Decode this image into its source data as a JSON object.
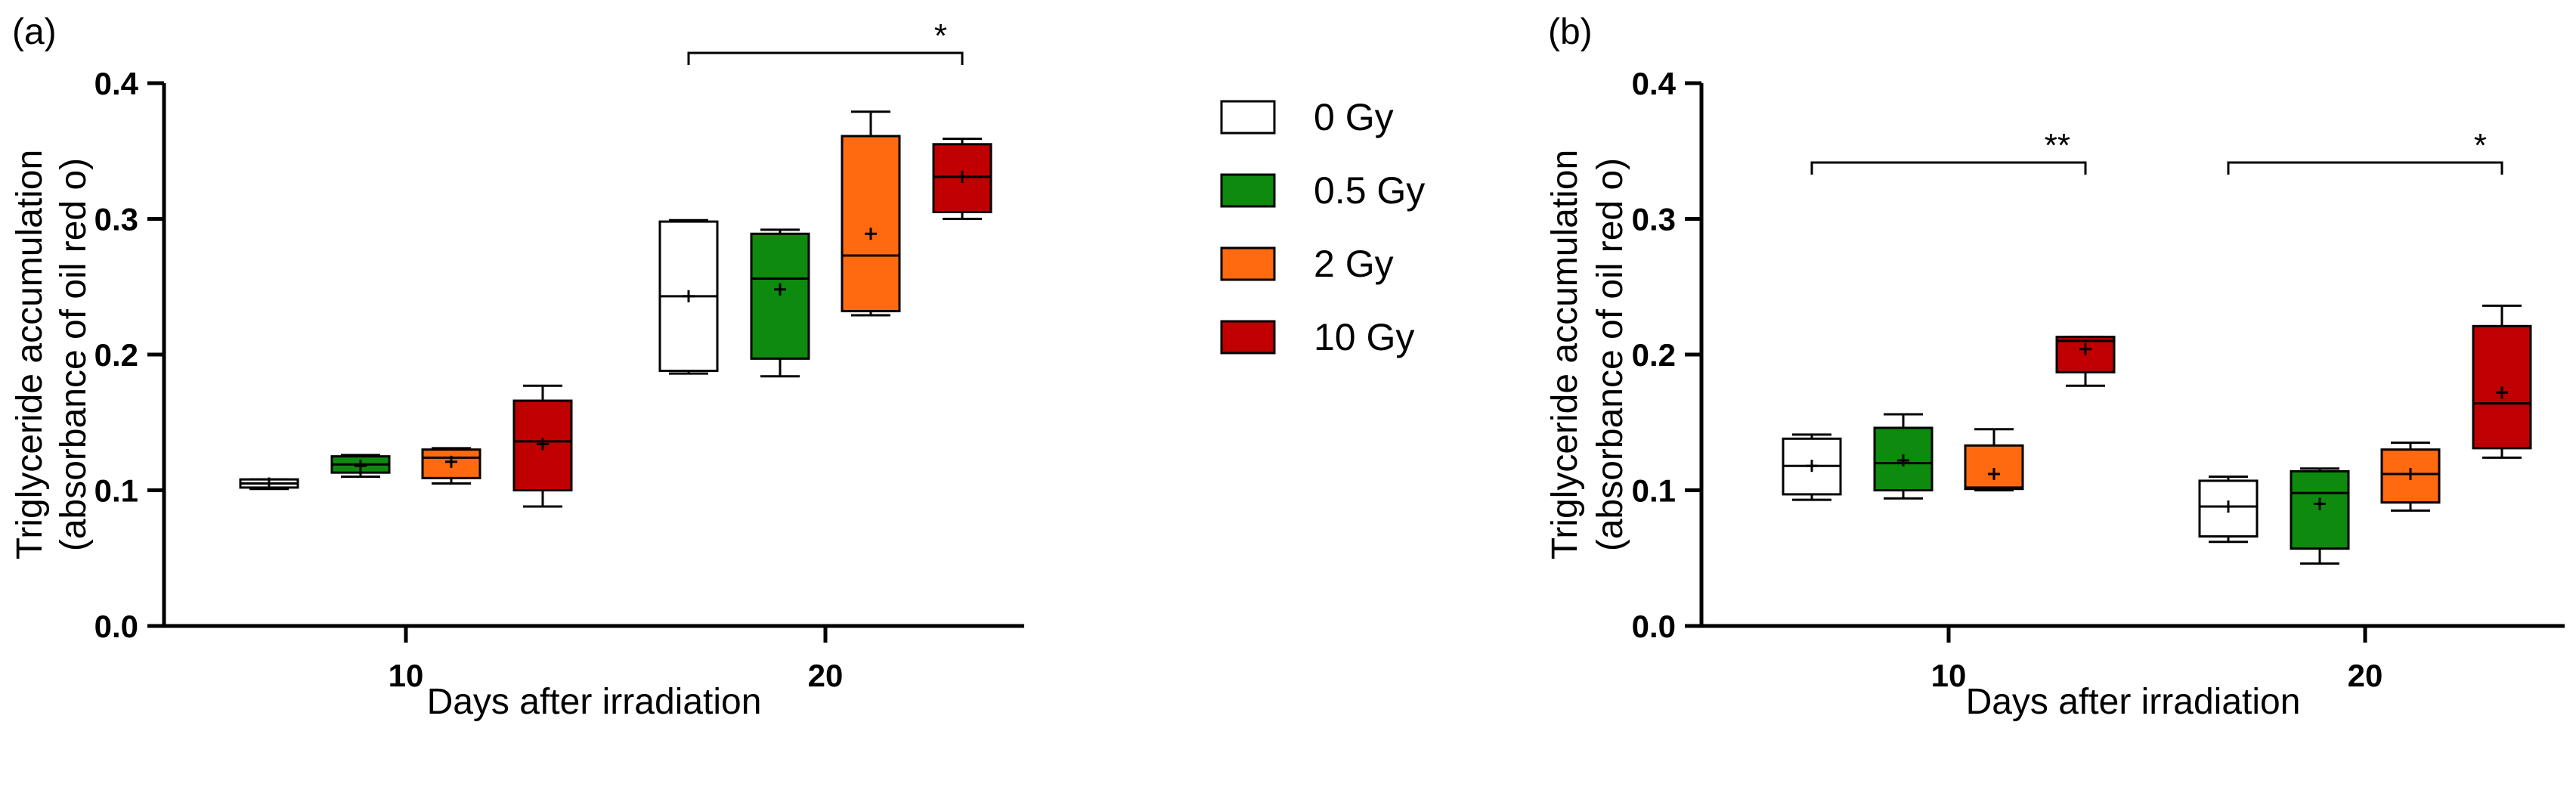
{
  "chart_data": [
    {
      "panel_label": "(a)",
      "type": "box",
      "xlabel": "Days after irradiation",
      "ylabel_line1": "Triglyceride accumulation",
      "ylabel_line2": "(absorbance of oil red o)",
      "ylim": [
        0,
        0.4
      ],
      "yticks": [
        "0.0",
        "0.1",
        "0.2",
        "0.3",
        "0.4"
      ],
      "categories": [
        "10",
        "20"
      ],
      "series": [
        {
          "name": "0 Gy",
          "color": "#ffffff",
          "boxes": [
            {
              "min": 0.101,
              "q1": 0.102,
              "median": 0.105,
              "q3": 0.108,
              "max": 0.108,
              "mean": 0.105
            },
            {
              "min": 0.186,
              "q1": 0.188,
              "median": 0.243,
              "q3": 0.298,
              "max": 0.299,
              "mean": 0.243
            }
          ]
        },
        {
          "name": "0.5 Gy",
          "color": "#0e8a0e",
          "boxes": [
            {
              "min": 0.11,
              "q1": 0.113,
              "median": 0.119,
              "q3": 0.125,
              "max": 0.126,
              "mean": 0.118
            },
            {
              "min": 0.184,
              "q1": 0.197,
              "median": 0.256,
              "q3": 0.289,
              "max": 0.292,
              "mean": 0.248
            }
          ]
        },
        {
          "name": "2 Gy",
          "color": "#ff6a10",
          "boxes": [
            {
              "min": 0.105,
              "q1": 0.109,
              "median": 0.124,
              "q3": 0.13,
              "max": 0.131,
              "mean": 0.121
            },
            {
              "min": 0.229,
              "q1": 0.232,
              "median": 0.273,
              "q3": 0.361,
              "max": 0.379,
              "mean": 0.289
            }
          ]
        },
        {
          "name": "10 Gy",
          "color": "#c00000",
          "boxes": [
            {
              "min": 0.088,
              "q1": 0.1,
              "median": 0.136,
              "q3": 0.166,
              "max": 0.177,
              "mean": 0.134
            },
            {
              "min": 0.3,
              "q1": 0.305,
              "median": 0.331,
              "q3": 0.355,
              "max": 0.359,
              "mean": 0.331
            }
          ]
        }
      ],
      "significance": [
        {
          "category": "20",
          "from_series": "0 Gy",
          "to_series": "10 Gy",
          "label": "*"
        }
      ]
    },
    {
      "panel_label": "(b)",
      "type": "box",
      "xlabel": "Days after irradiation",
      "ylabel_line1": "Triglyceride accumulation",
      "ylabel_line2": "(absorbance of oil red o)",
      "ylim": [
        0,
        0.4
      ],
      "yticks": [
        "0.0",
        "0.1",
        "0.2",
        "0.3",
        "0.4"
      ],
      "categories": [
        "10",
        "20"
      ],
      "series": [
        {
          "name": "0 Gy",
          "color": "#ffffff",
          "boxes": [
            {
              "min": 0.093,
              "q1": 0.097,
              "median": 0.118,
              "q3": 0.138,
              "max": 0.141,
              "mean": 0.118
            },
            {
              "min": 0.062,
              "q1": 0.066,
              "median": 0.088,
              "q3": 0.107,
              "max": 0.11,
              "mean": 0.088
            }
          ]
        },
        {
          "name": "0.5 Gy",
          "color": "#0e8a0e",
          "boxes": [
            {
              "min": 0.094,
              "q1": 0.1,
              "median": 0.12,
              "q3": 0.146,
              "max": 0.156,
              "mean": 0.122
            },
            {
              "min": 0.046,
              "q1": 0.057,
              "median": 0.098,
              "q3": 0.114,
              "max": 0.116,
              "mean": 0.09
            }
          ]
        },
        {
          "name": "2 Gy",
          "color": "#ff6a10",
          "boxes": [
            {
              "min": 0.1,
              "q1": 0.101,
              "median": 0.102,
              "q3": 0.133,
              "max": 0.145,
              "mean": 0.112
            },
            {
              "min": 0.085,
              "q1": 0.091,
              "median": 0.112,
              "q3": 0.13,
              "max": 0.135,
              "mean": 0.112
            }
          ]
        },
        {
          "name": "10 Gy",
          "color": "#c00000",
          "boxes": [
            {
              "min": 0.177,
              "q1": 0.187,
              "median": 0.21,
              "q3": 0.213,
              "max": 0.213,
              "mean": 0.204
            },
            {
              "min": 0.124,
              "q1": 0.131,
              "median": 0.164,
              "q3": 0.221,
              "max": 0.236,
              "mean": 0.172
            }
          ]
        }
      ],
      "significance": [
        {
          "category": "10",
          "from_series": "0 Gy",
          "to_series": "10 Gy",
          "label": "**"
        },
        {
          "category": "20",
          "from_series": "0 Gy",
          "to_series": "10 Gy",
          "label": "*"
        }
      ]
    }
  ],
  "legend": {
    "placement": "between-panels",
    "items": [
      {
        "label": "0 Gy",
        "color": "#ffffff"
      },
      {
        "label": "0.5 Gy",
        "color": "#0e8a0e"
      },
      {
        "label": "2 Gy",
        "color": "#ff6a10"
      },
      {
        "label": "10 Gy",
        "color": "#c00000"
      }
    ]
  }
}
